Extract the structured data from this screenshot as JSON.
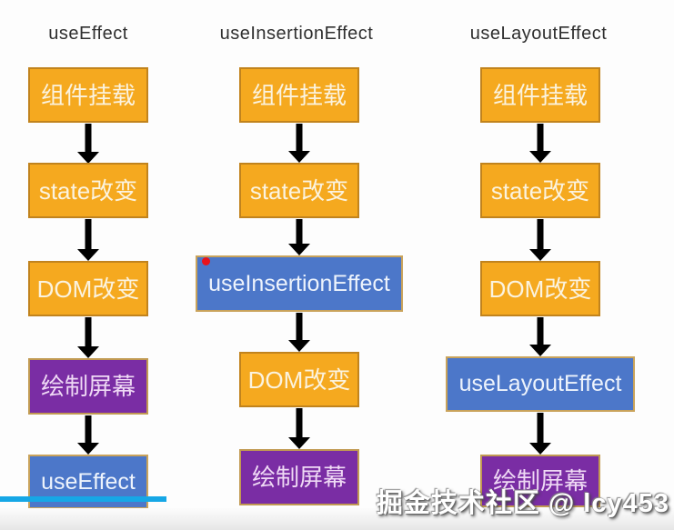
{
  "columns": [
    {
      "title": "useEffect",
      "steps": [
        {
          "label": "组件挂载",
          "type": "orange"
        },
        {
          "label": "state改变",
          "type": "orange"
        },
        {
          "label": "DOM改变",
          "type": "orange"
        },
        {
          "label": "绘制屏幕",
          "type": "purple"
        },
        {
          "label": "useEffect",
          "type": "blue"
        }
      ]
    },
    {
      "title": "useInsertionEffect",
      "steps": [
        {
          "label": "组件挂载",
          "type": "orange"
        },
        {
          "label": "state改变",
          "type": "orange"
        },
        {
          "label": "useInsertionEffect",
          "type": "blue"
        },
        {
          "label": "DOM改变",
          "type": "orange"
        },
        {
          "label": "绘制屏幕",
          "type": "purple"
        }
      ]
    },
    {
      "title": "useLayoutEffect",
      "steps": [
        {
          "label": "组件挂载",
          "type": "orange"
        },
        {
          "label": "state改变",
          "type": "orange"
        },
        {
          "label": "DOM改变",
          "type": "orange"
        },
        {
          "label": "useLayoutEffect",
          "type": "blue"
        },
        {
          "label": "绘制屏幕",
          "type": "purple"
        }
      ]
    }
  ],
  "watermark": {
    "text": "掘金技术社区 @ lcy453"
  },
  "annotations": {
    "red_dot_color": "#E8131C"
  },
  "colors": {
    "orange_fill": "#F5A91F",
    "orange_border": "#C1831D",
    "purple_fill": "#7A2DA4",
    "blue_fill": "#4C77C9",
    "gold_border": "#C9A35B",
    "arrow": "#000000",
    "progress_bar": "#16A7E6",
    "title_text": "#2F2F2F",
    "watermark_text": "#FFFFFF",
    "background": "#FDFDFD"
  }
}
